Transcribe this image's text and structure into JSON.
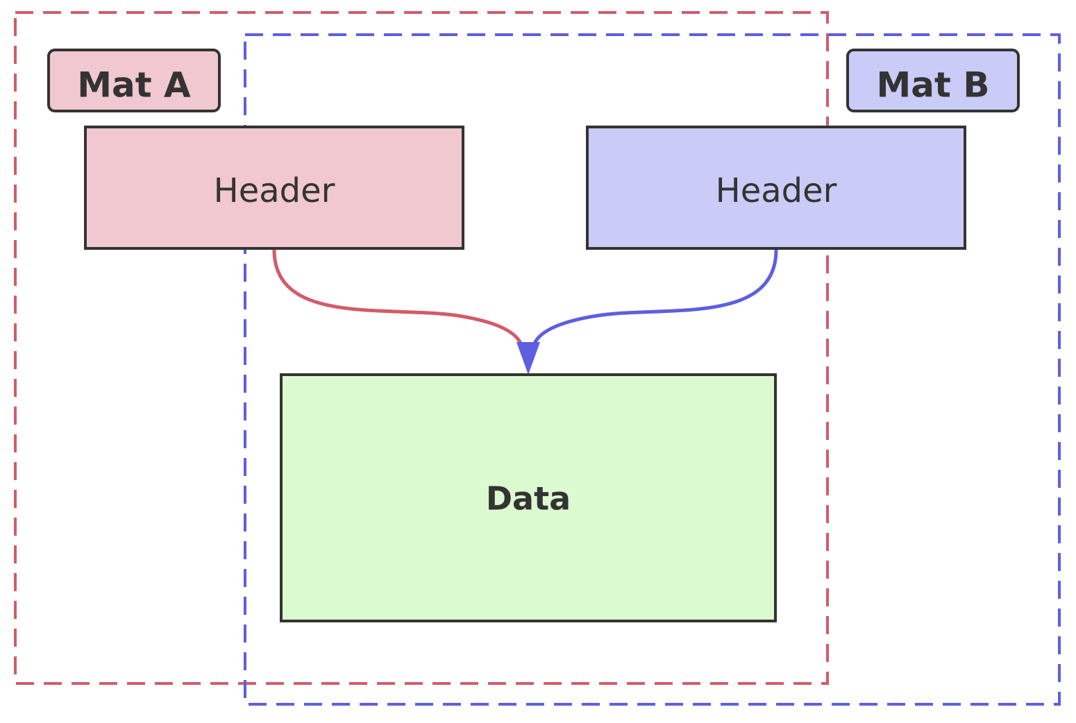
{
  "colors": {
    "mat_a": "#d25c6a",
    "mat_a_fill": "#f1c8cf",
    "mat_b": "#5e5ee0",
    "mat_b_fill": "#cbcbf8",
    "data_fill": "#dcfacf",
    "border": "#333333"
  },
  "mat_a": {
    "label": "Mat A",
    "header": "Header"
  },
  "mat_b": {
    "label": "Mat B",
    "header": "Header"
  },
  "data": {
    "label": "Data"
  }
}
